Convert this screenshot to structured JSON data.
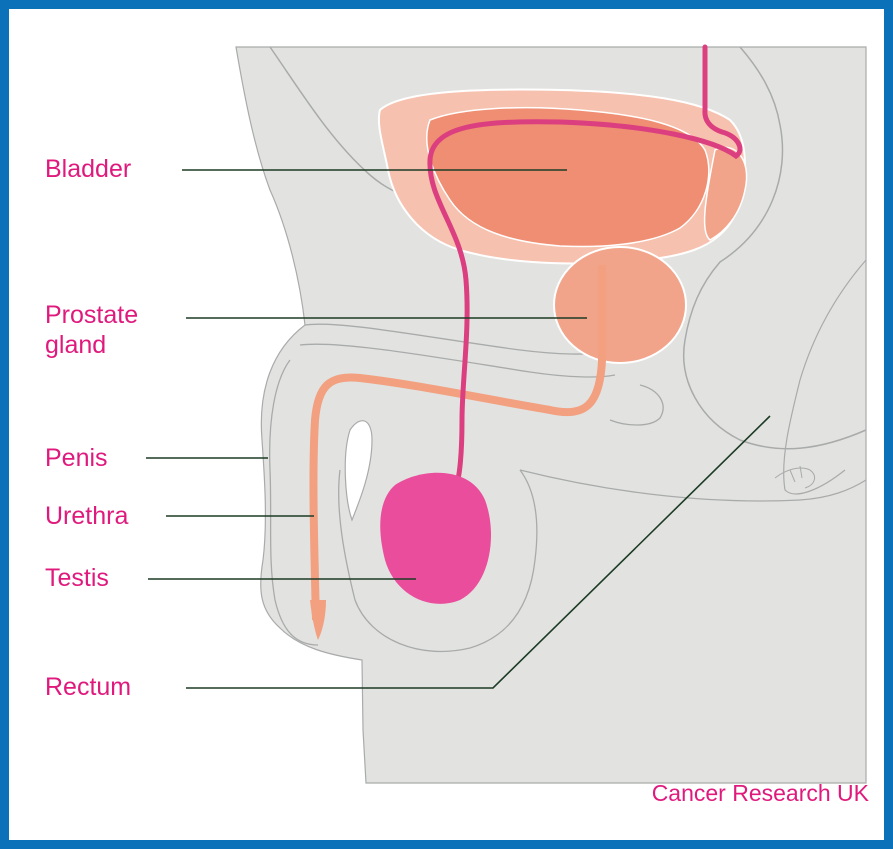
{
  "diagram": {
    "labels": {
      "bladder": "Bladder",
      "prostate_line1": "Prostate",
      "prostate_line2": "gland",
      "penis": "Penis",
      "urethra": "Urethra",
      "testis": "Testis",
      "rectum": "Rectum"
    },
    "credit": "Cancer Research UK"
  },
  "colors": {
    "frame_border": "#0b72b9",
    "label_text": "#e0197d",
    "leader_line": "#1d3b24",
    "body_fill": "#e2e3e1",
    "body_outline": "#a9abaa",
    "bladder_fill": "#ef8e72",
    "bladder_wall": "#f6c1ae",
    "prostate_fill": "#f2a48a",
    "urethra_fill": "#f2a080",
    "vas_deferens": "#dc3f7f",
    "testis_fill": "#ea4d9c"
  }
}
